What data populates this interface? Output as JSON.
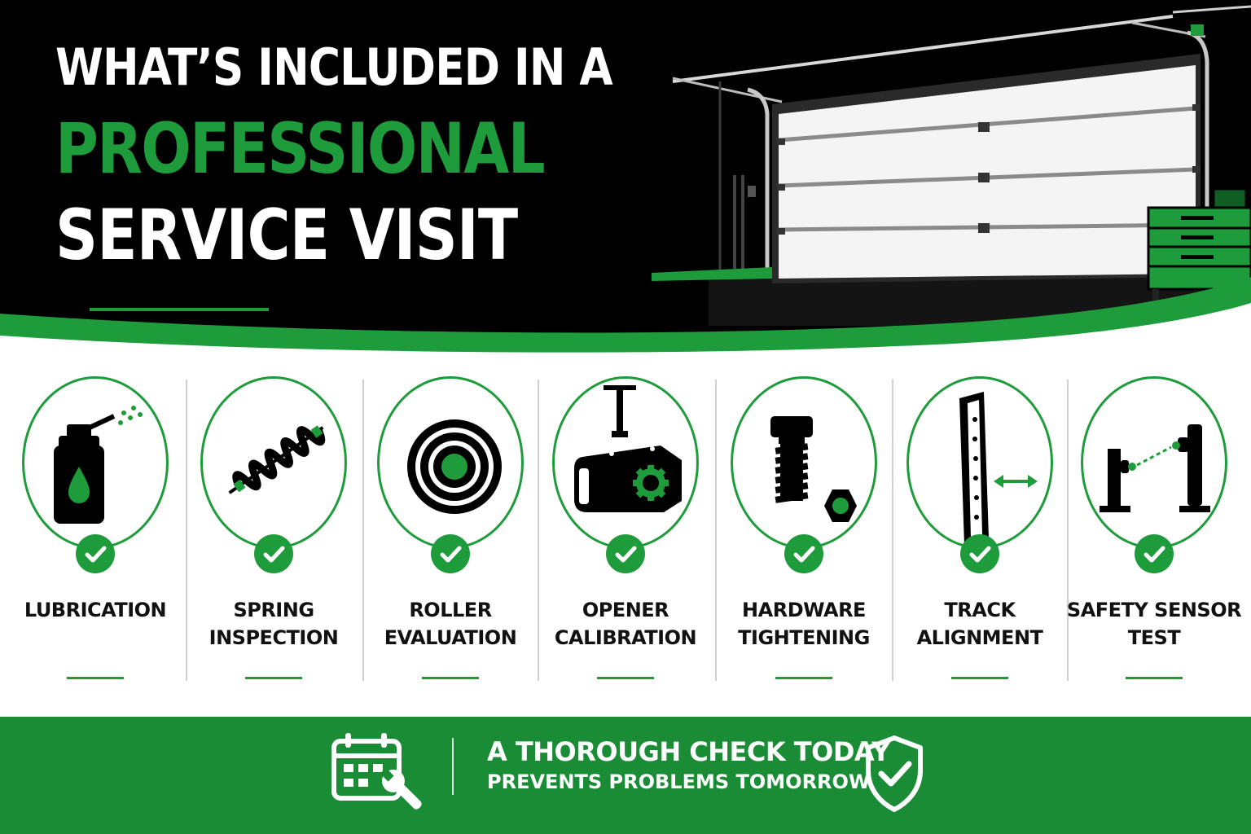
{
  "title": {
    "line1": "WHAT’S INCLUDED IN A",
    "line2": "PROFESSIONAL",
    "line3": "SERVICE VISIT"
  },
  "colors": {
    "accent": "#1e9b3a",
    "dark": "#000000",
    "footer": "#1a8c36",
    "text": "#111111"
  },
  "items": [
    {
      "label": "LUBRICATION",
      "icon": "spray-can-icon",
      "checked": true
    },
    {
      "label": "SPRING\nINSPECTION",
      "icon": "spring-icon",
      "checked": true
    },
    {
      "label": "ROLLER\nEVALUATION",
      "icon": "roller-icon",
      "checked": true
    },
    {
      "label": "OPENER\nCALIBRATION",
      "icon": "opener-gear-icon",
      "checked": true
    },
    {
      "label": "HARDWARE\nTIGHTENING",
      "icon": "bolt-nut-icon",
      "checked": true
    },
    {
      "label": "TRACK\nALIGNMENT",
      "icon": "track-icon",
      "checked": true
    },
    {
      "label": "SAFETY SENSOR\nTEST",
      "icon": "safety-sensor-icon",
      "checked": true
    }
  ],
  "footer": {
    "line1": "A THOROUGH CHECK TODAY",
    "line2": "PREVENTS PROBLEMS TOMORROW",
    "left_icon": "calendar-wrench-icon",
    "right_icon": "shield-check-icon"
  }
}
